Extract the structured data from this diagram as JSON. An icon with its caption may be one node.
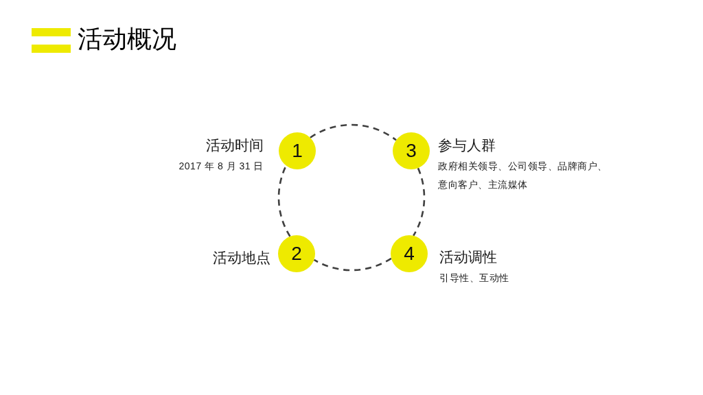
{
  "diagram": {
    "title": "活动概况",
    "nodes": [
      {
        "text": [
          "1"
        ],
        "beside": [
          "活动时间",
          "2017 年 8 月 31 日"
        ]
      },
      {
        "text": [
          "2"
        ],
        "beside": [
          "活动地点"
        ]
      },
      {
        "text": [
          "3"
        ],
        "beside": [
          "参与人群",
          "政府相关领导、公司领导、品牌商户、意向客户、主流媒体"
        ]
      },
      {
        "text": [
          "4"
        ],
        "beside": [
          "活动调性",
          "引导性、互动性"
        ]
      }
    ],
    "edges": [
      {
        "from": 0,
        "to": 2,
        "arrow": "none",
        "style": "dashed"
      },
      {
        "from": 2,
        "to": 3,
        "arrow": "none",
        "style": "dashed"
      },
      {
        "from": 3,
        "to": 1,
        "arrow": "none",
        "style": "dashed"
      },
      {
        "from": 1,
        "to": 0,
        "arrow": "none",
        "style": "dashed"
      }
    ]
  }
}
